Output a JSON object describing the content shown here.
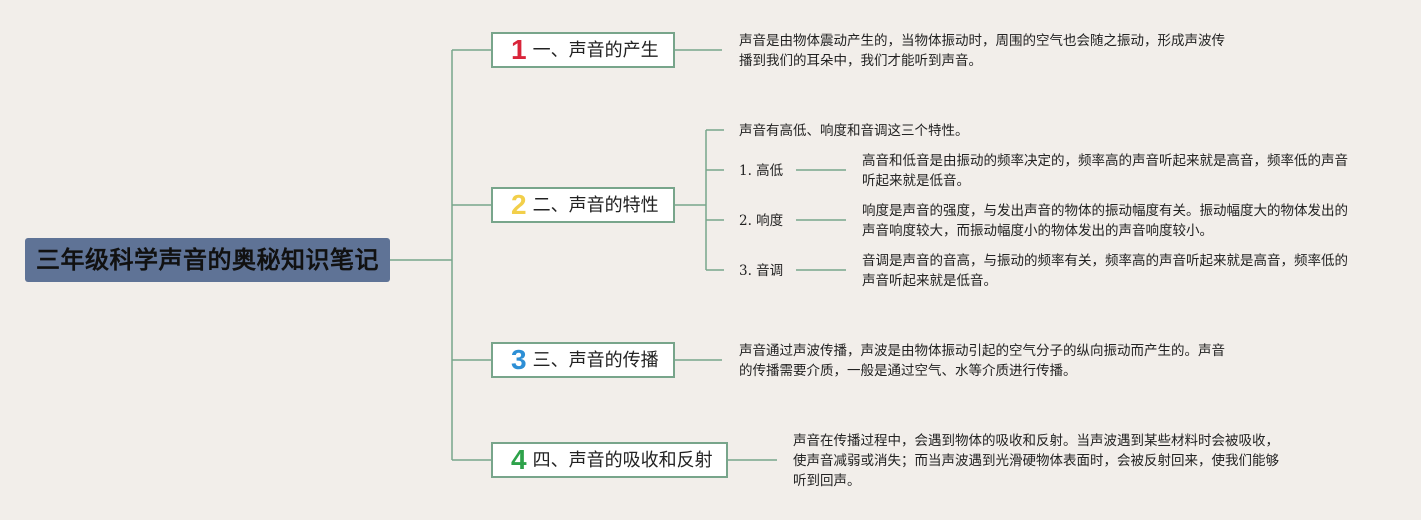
{
  "root": {
    "title": "三年级科学声音的奥秘知识笔记"
  },
  "colors": {
    "background": "#f2eeea",
    "root_fill": "#5f7396",
    "line": "#78a58b",
    "num1": "#d9253a",
    "num2": "#f2cf4a",
    "num3": "#2d8fd5",
    "num4": "#2da24a"
  },
  "topics": [
    {
      "number": "1",
      "label": "一、声音的产生",
      "note": "声音是由物体震动产生的，当物体振动时，周围的空气也会随之振动，形成声波传播到我们的耳朵中，我们才能听到声音。"
    },
    {
      "number": "2",
      "label": "二、声音的特性",
      "intro": "声音有高低、响度和音调这三个特性。",
      "subs": [
        {
          "label": "1. 高低",
          "note": "高音和低音是由振动的频率决定的，频率高的声音听起来就是高音，频率低的声音听起来就是低音。"
        },
        {
          "label": "2. 响度",
          "note": "响度是声音的强度，与发出声音的物体的振动幅度有关。振动幅度大的物体发出的声音响度较大，而振动幅度小的物体发出的声音响度较小。"
        },
        {
          "label": "3. 音调",
          "note": "音调是声音的音高，与振动的频率有关，频率高的声音听起来就是高音，频率低的声音听起来就是低音。"
        }
      ]
    },
    {
      "number": "3",
      "label": "三、声音的传播",
      "note": "声音通过声波传播，声波是由物体振动引起的空气分子的纵向振动而产生的。声音的传播需要介质，一般是通过空气、水等介质进行传播。"
    },
    {
      "number": "4",
      "label": "四、声音的吸收和反射",
      "note": "声音在传播过程中，会遇到物体的吸收和反射。当声波遇到某些材料时会被吸收，使声音减弱或消失；而当声波遇到光滑硬物体表面时，会被反射回来，使我们能够听到回声。"
    }
  ]
}
